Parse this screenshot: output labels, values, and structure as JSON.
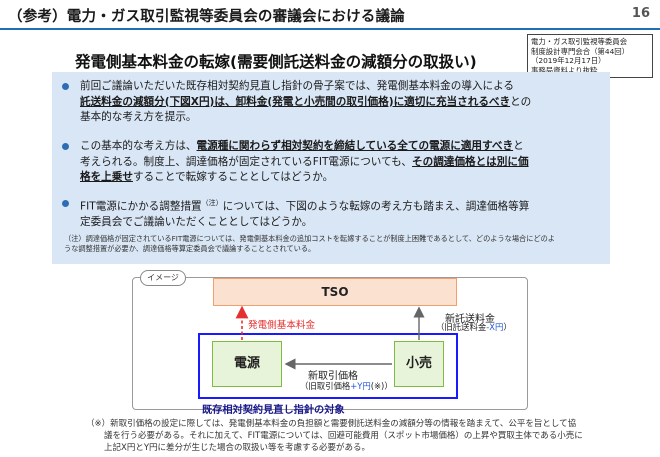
{
  "header": {
    "title": "（参考）電力・ガス取引監視等委員会の審議会における議論",
    "page_number": "16"
  },
  "source": {
    "lines": [
      "電力・ガス取引監視等委員会",
      "制度設計専門会合（第44回）",
      "（2019年12月17日）",
      "事務局資料より抜粋"
    ]
  },
  "subtitle": "発電側基本料金の転嫁(需要側託送料金の減額分の取扱い)",
  "bullets": [
    {
      "l1a": "前回ご議論いただいた既存相対契約見直し指針の骨子案では、発電側基本料金の導入による",
      "l2em": "託送料金の減額分(下図X円)は、卸料金(発電と小売間の取引価格)に適切に充当されるべき",
      "l2b": "との",
      "l3": "基本的な考え方を提示。"
    },
    {
      "l1a": "この基本的な考え方は、",
      "l1em": "電源種に関わらず相対契約を締結している全ての電源に適用すべき",
      "l1b": "と",
      "l2a": "考えられる。制度上、調達価格が固定されているFIT電源についても、",
      "l2em": "その調達価格とは別に価",
      "l3em": "格を上乗せ",
      "l3b": "することで転嫁することとしてはどうか。"
    },
    {
      "l1a": "FIT電源にかかる調整措置",
      "l1sup": "（注）",
      "l1b": "については、下図のような転嫁の考え方も踏まえ、調達価格等算",
      "l2": "定委員会でご議論いただくこととしてはどうか。"
    }
  ],
  "note": {
    "line1": "（注）調達価格が固定されているFIT電源については、発電側基本料金の追加コストを転嫁することが制度上困難であるとして、どのような場合にどのよ",
    "line2": "うな調整措置が必要か、調達価格等算定委員会で議論することとされている。"
  },
  "diagram": {
    "tag": "イメージ",
    "tso": "TSO",
    "dengen": "電源",
    "kouri": "小売",
    "red_label": "発電側基本料金",
    "shin_takuso": "新託送料金",
    "old_takuso_prefix": "（旧託送料金",
    "old_takuso_blue": "-X円",
    "old_takuso_suffix": "）",
    "shin_torihiki": "新取引価格",
    "old_torihiki_prefix": "（旧取引価格",
    "old_torihiki_blue": "+Y円",
    "old_torihiki_suffix": "(※)）",
    "frame_caption": "既存相対契約見直し指針の対象"
  },
  "footnote": {
    "line1": "（※）新取引価格の設定に際しては、発電側基本料金の負担額と需要側託送料金の減額分等の情報を踏まえて、公平を旨として協",
    "line2": "議を行う必要がある。それに加えて、FIT電源については、回避可能費用（スポット市場価格）の上昇や買取主体である小売に",
    "line3": "上記X円とY円に差分が生じた場合の取扱い等を考慮する必要がある。"
  },
  "colors": {
    "accent": "#1f6fb2",
    "panel_bg": "#d9e6f5",
    "bullet": "#2e6db4",
    "tso_fill": "#fbe1cf",
    "node_fill": "#e8f4d9",
    "frame_blue": "#1a1aff",
    "red": "#e53030"
  }
}
